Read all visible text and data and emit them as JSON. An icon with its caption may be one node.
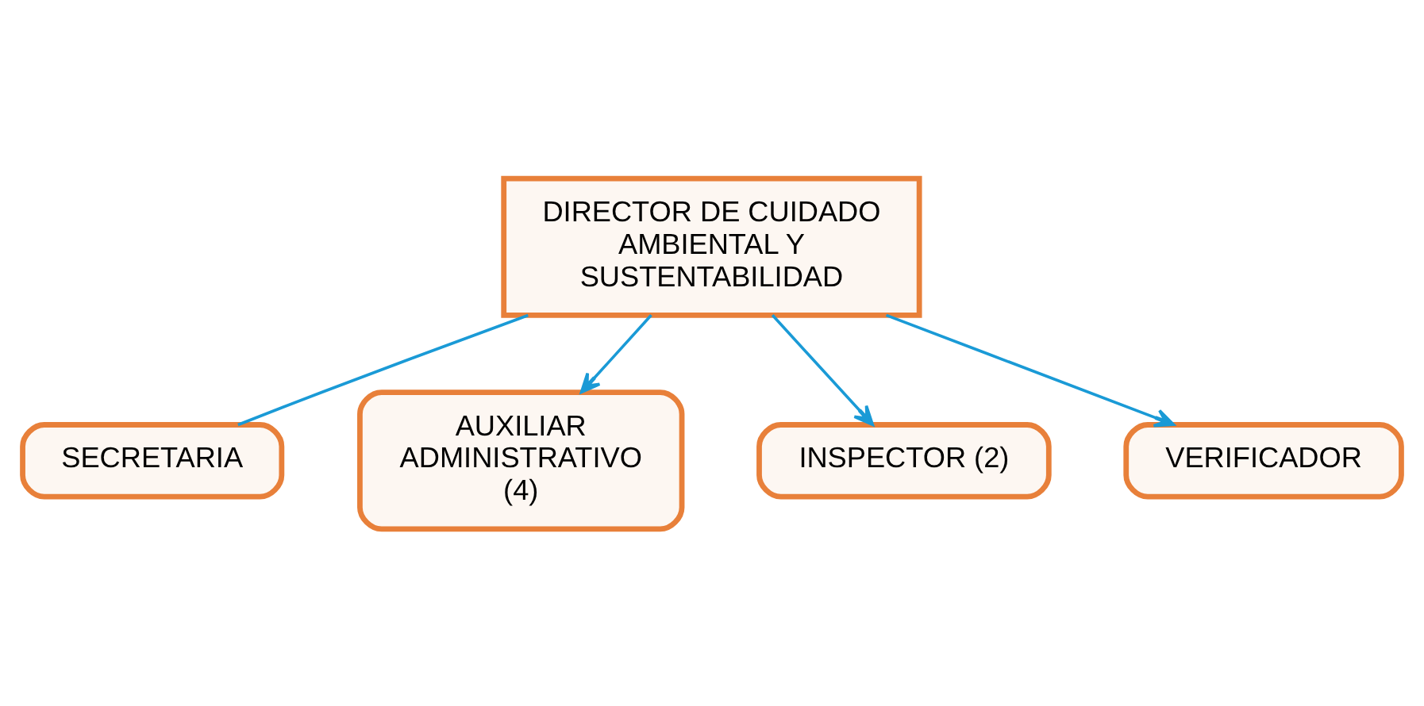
{
  "diagram": {
    "nodes": [
      {
        "text": [
          "DIRECTOR DE CUIDADO AMBIENTAL Y SUSTENTABILIDAD"
        ]
      },
      {
        "text": [
          "SECRETARIA"
        ]
      },
      {
        "text": [
          "AUXILIAR ADMINISTRATIVO (4)"
        ]
      },
      {
        "text": [
          "INSPECTOR (2)"
        ]
      },
      {
        "text": [
          "VERIFICADOR"
        ]
      }
    ],
    "edges": [
      {
        "from": 0,
        "to": 1,
        "arrow": "none"
      },
      {
        "from": 0,
        "to": 2,
        "arrow": "to"
      },
      {
        "from": 0,
        "to": 3,
        "arrow": "to"
      },
      {
        "from": 0,
        "to": 4,
        "arrow": "to"
      }
    ]
  }
}
